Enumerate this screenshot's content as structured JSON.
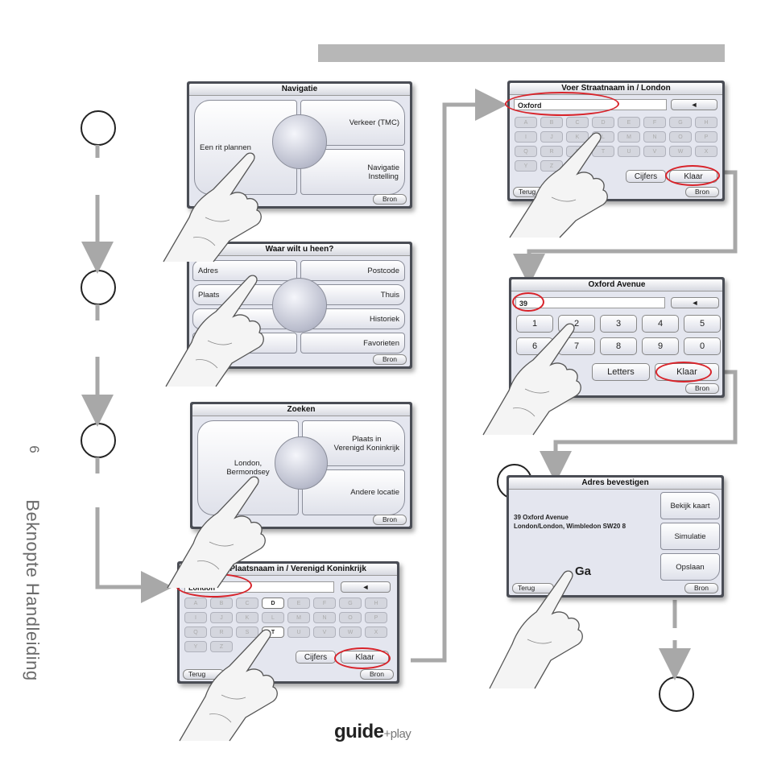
{
  "page": {
    "number": "6",
    "section_title": "Beknopte Handleiding"
  },
  "screens": {
    "navigatie": {
      "title": "Navigatie",
      "left_label": "Een rit plannen",
      "right_top": "Verkeer (TMC)",
      "right_bottom": "Navigatie\nInstelling",
      "bron": "Bron"
    },
    "waar": {
      "title": "Waar wilt u heen?",
      "left_items": [
        "Adres",
        "Plaats"
      ],
      "right_items": [
        "Postcode",
        "Thuis",
        "Historiek",
        "Favorieten"
      ],
      "bron": "Bron"
    },
    "zoeken": {
      "title": "Zoeken",
      "left_label": "London,\nBermondsey",
      "right_top": "Plaats in\nVerenigd Koninkrijk",
      "right_bottom": "Andere locatie",
      "bron": "Bron"
    },
    "plaatsnaam": {
      "title": "Voer Plaatsnaam in / Verenigd Koninkrijk",
      "input": "London",
      "back_key": "◄",
      "active_keys": [
        "D",
        "T"
      ],
      "cifers": "Cijfers",
      "klaar": "Klaar",
      "terug": "Terug",
      "bron": "Bron"
    },
    "straatnaam": {
      "title": "Voer Straatnaam in / London",
      "input": "Oxford",
      "back_key": "◄",
      "cifers": "Cijfers",
      "klaar": "Klaar",
      "terug": "Terug",
      "bron": "Bron"
    },
    "oxford": {
      "title": "Oxford Avenue",
      "input": "39",
      "back_key": "◄",
      "keys": [
        "1",
        "2",
        "3",
        "4",
        "5",
        "6",
        "7",
        "8",
        "9",
        "0"
      ],
      "letters": "Letters",
      "klaar": "Klaar",
      "bron": "Bron"
    },
    "bevestigen": {
      "title": "Adres bevestigen",
      "address_line1": "39 Oxford Avenue",
      "address_line2": "London/London, Wimbledon SW20 8",
      "ga": "Ga",
      "buttons": [
        "Bekijk kaart",
        "Simulatie",
        "Opslaan"
      ],
      "terug": "Terug",
      "bron": "Bron"
    }
  },
  "footer": {
    "logo_main": "guide",
    "logo_plus": "+",
    "logo_play": "play"
  }
}
